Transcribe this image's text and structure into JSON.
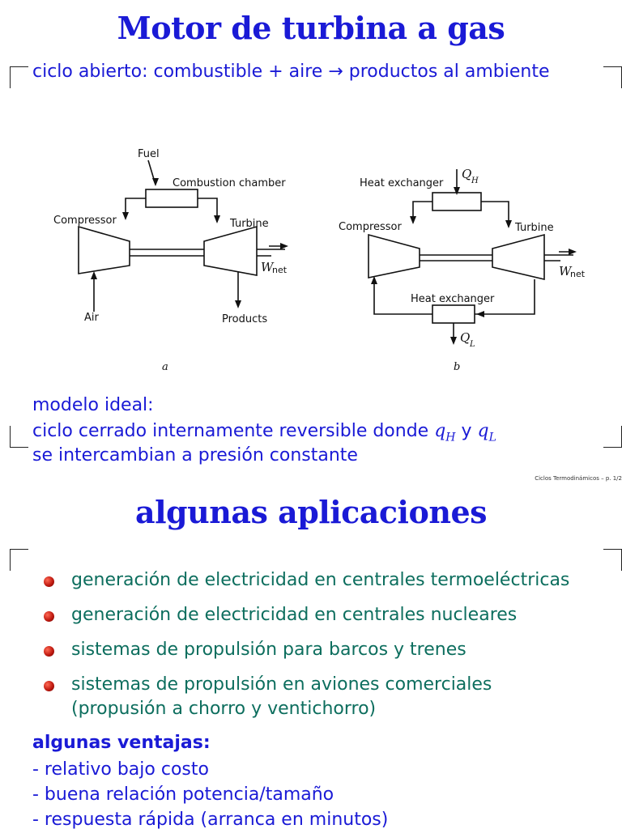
{
  "slide1": {
    "title": "Motor de turbina a gas",
    "subtitle": "ciclo abierto: combustible + aire → productos al ambiente",
    "diagram_a": {
      "fuel": "Fuel",
      "combustion": "Combustion chamber",
      "compressor": "Compressor",
      "turbine": "Turbine",
      "w": "W",
      "net": "net",
      "air": "Air",
      "products": "Products",
      "caption": "a"
    },
    "diagram_b": {
      "hx_top": "Heat exchanger",
      "q": "Q",
      "h": "H",
      "compressor": "Compressor",
      "turbine": "Turbine",
      "w": "W",
      "net": "net",
      "hx_bottom": "Heat exchanger",
      "l": "L",
      "caption": "b"
    },
    "model_line1": "modelo ideal:",
    "model_line2_pre": "ciclo cerrado internamente reversible donde ",
    "q_h": "qH",
    "and": "y",
    "q_l": "qL",
    "model_line3": "se intercambian a presión constante",
    "footer": "Ciclos Termodinámicos – p. 1/2"
  },
  "slide2": {
    "title": "algunas aplicaciones",
    "applications": [
      "generación de electricidad en centrales termoeléctricas",
      "generación de electricidad en centrales nucleares",
      "sistemas de propulsión para barcos y trenes",
      "sistemas de propulsión en aviones comerciales",
      "(propusión a chorro y ventichorro)"
    ],
    "advantages_title": "algunas ventajas:",
    "advantages": [
      "- relativo bajo costo",
      "- buena relación potencia/tamaño",
      "- respuesta rápida (arranca en minutos)"
    ]
  }
}
